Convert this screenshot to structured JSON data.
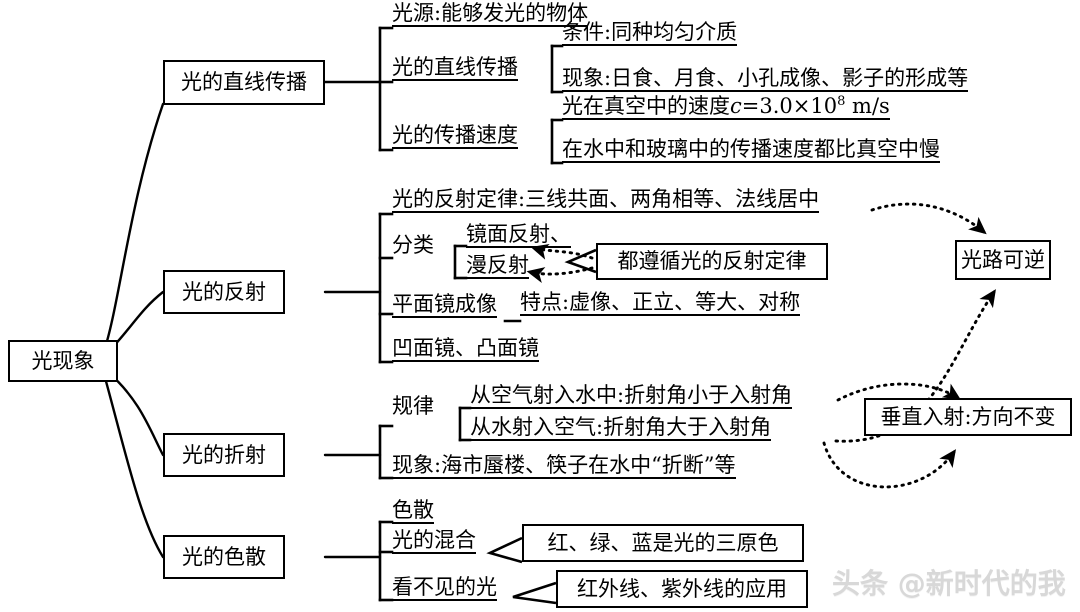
{
  "title": "光现象思维导图",
  "root": {
    "label": "光现象"
  },
  "branches": [
    {
      "id": "rectilinear",
      "label": "光的直线传播",
      "children": [
        {
          "label": "光源:能够发光的物体",
          "style": "underline"
        },
        {
          "label": "光的直线传播",
          "style": "underline",
          "children": [
            {
              "label": "条件:同种均匀介质",
              "style": "underline"
            },
            {
              "label": "现象:日食、月食、小孔成像、影子的形成等",
              "style": "underline"
            }
          ]
        },
        {
          "label": "光的传播速度",
          "style": "underline",
          "children": [
            {
              "label_html": "光在真空中的速度<span class=\"ital\">c</span>=3.0×10<sup class=\"exp\">8</sup> m/s",
              "label": "光在真空中的速度c=3.0×10^8 m/s",
              "style": "underline"
            },
            {
              "label": "在水中和玻璃中的传播速度都比真空中慢",
              "style": "underline"
            }
          ]
        }
      ]
    },
    {
      "id": "reflection",
      "label": "光的反射",
      "children": [
        {
          "label": "光的反射定律:三线共面、两角相等、法线居中",
          "style": "underline"
        },
        {
          "label": "分类",
          "style": "plain",
          "children": [
            {
              "label": "镜面反射、",
              "style": "underline"
            },
            {
              "label": "漫反射",
              "style": "underline"
            }
          ]
        },
        {
          "label": "平面镜成像",
          "style": "underline",
          "children": [
            {
              "label": "特点:虚像、正立、等大、对称",
              "style": "underline"
            }
          ]
        },
        {
          "label": "凹面镜、凸面镜",
          "style": "underline"
        }
      ]
    },
    {
      "id": "refraction",
      "label": "光的折射",
      "children": [
        {
          "label": "规律",
          "style": "plain",
          "children": [
            {
              "label": "从空气射入水中:折射角小于入射角",
              "style": "underline"
            },
            {
              "label": "从水射入空气:折射角大于入射角",
              "style": "underline"
            }
          ]
        },
        {
          "label": "现象:海市蜃楼、筷子在水中“折断”等",
          "style": "underline"
        }
      ]
    },
    {
      "id": "dispersion",
      "label": "光的色散",
      "children": [
        {
          "label": "色散",
          "style": "underline"
        },
        {
          "label": "光的混合",
          "style": "underline"
        },
        {
          "label": "看不见的光",
          "style": "underline"
        }
      ]
    }
  ],
  "callouts": [
    {
      "id": "reflection-law-callout",
      "label": "都遵循光的反射定律"
    },
    {
      "id": "three-primary-colors",
      "label": "红、绿、蓝是光的三原色"
    },
    {
      "id": "invisible-light-use",
      "label": "红外线、紫外线的应用"
    }
  ],
  "side_boxes": [
    {
      "id": "reversible-path",
      "label": "光路可逆"
    },
    {
      "id": "normal-incidence",
      "label": "垂直入射:方向不变"
    }
  ],
  "watermark": {
    "text": "头条 @新时代的我"
  },
  "colors": {
    "ink": "#000000",
    "paper": "#ffffff",
    "watermark": "#d9d9d9"
  }
}
